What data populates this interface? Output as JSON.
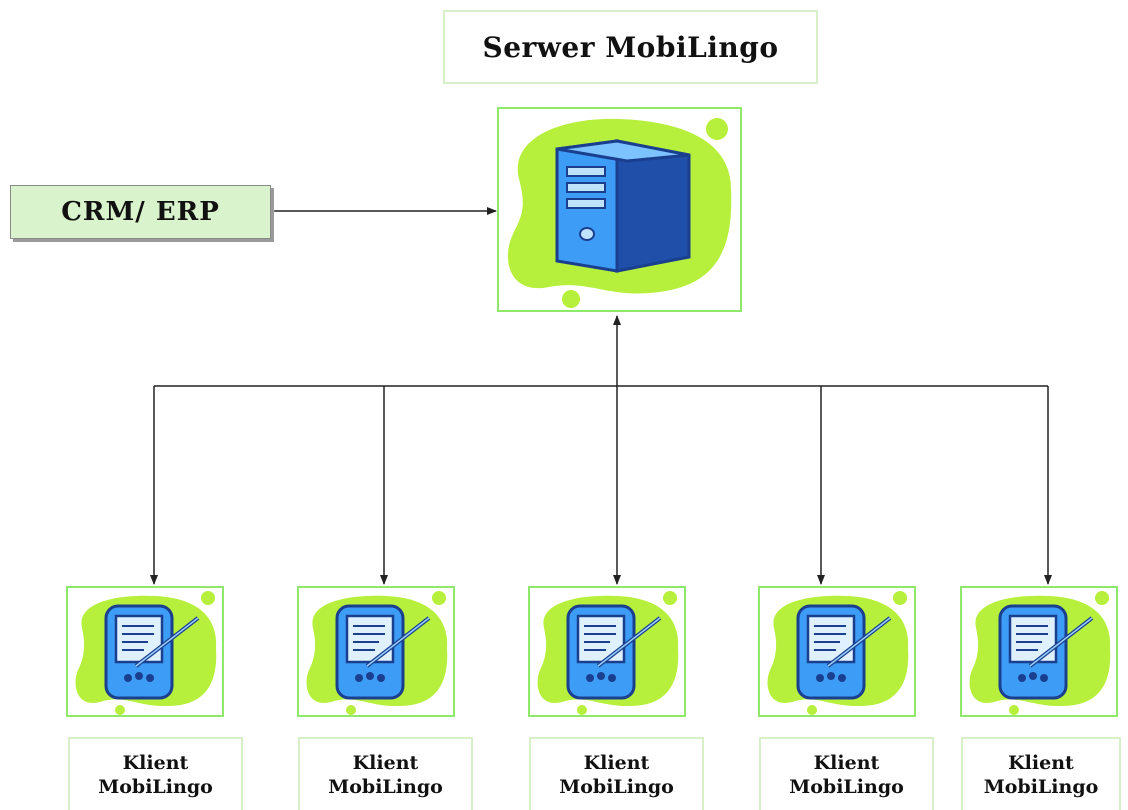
{
  "server": {
    "title": "Serwer MobiLingo",
    "icon": "server-icon"
  },
  "external_system": {
    "label": "CRM/ ERP"
  },
  "clients": [
    {
      "line1": "Klient",
      "line2": "MobiLingo",
      "icon": "pda-icon"
    },
    {
      "line1": "Klient",
      "line2": "MobiLingo",
      "icon": "pda-icon"
    },
    {
      "line1": "Klient",
      "line2": "MobiLingo",
      "icon": "pda-icon"
    },
    {
      "line1": "Klient",
      "line2": "MobiLingo",
      "icon": "pda-icon"
    },
    {
      "line1": "Klient",
      "line2": "MobiLingo",
      "icon": "pda-icon"
    }
  ],
  "colors": {
    "blob_green": "#b6f03c",
    "frame_green": "#8ee86a",
    "label_green": "#d9f4cc",
    "device_blue": "#3d9cf5",
    "device_dark_blue": "#1a3f8f",
    "line_dark": "#222222"
  }
}
